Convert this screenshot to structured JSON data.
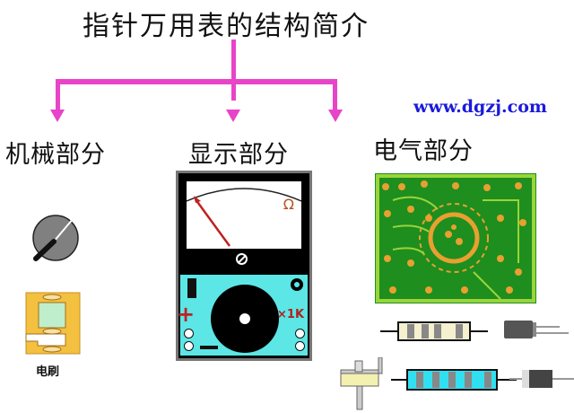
{
  "title": "指针万用表的结构简介",
  "watermark": "www.dgzj.com",
  "colors": {
    "connector": "#e844c8",
    "url": "#1a1adc",
    "pcb_green": "#1e8e1e",
    "pcb_trace": "#e8a030",
    "meter_panel": "#5ce6e6"
  },
  "sections": [
    {
      "label": "机械部分",
      "items": [
        {
          "name": "knob-with-screwdriver",
          "caption": ""
        },
        {
          "name": "brush",
          "caption": "电刷"
        }
      ]
    },
    {
      "label": "显示部分",
      "items": [
        {
          "name": "multimeter-face",
          "symbols": {
            "ohm": "Ω",
            "range": "×1K",
            "plus": "+",
            "minus": "—"
          }
        }
      ]
    },
    {
      "label": "电气部分",
      "items": [
        {
          "name": "pcb-board"
        },
        {
          "name": "resistor-beige"
        },
        {
          "name": "capacitor"
        },
        {
          "name": "potentiometer"
        },
        {
          "name": "resistor-cyan"
        },
        {
          "name": "diode"
        }
      ]
    }
  ]
}
